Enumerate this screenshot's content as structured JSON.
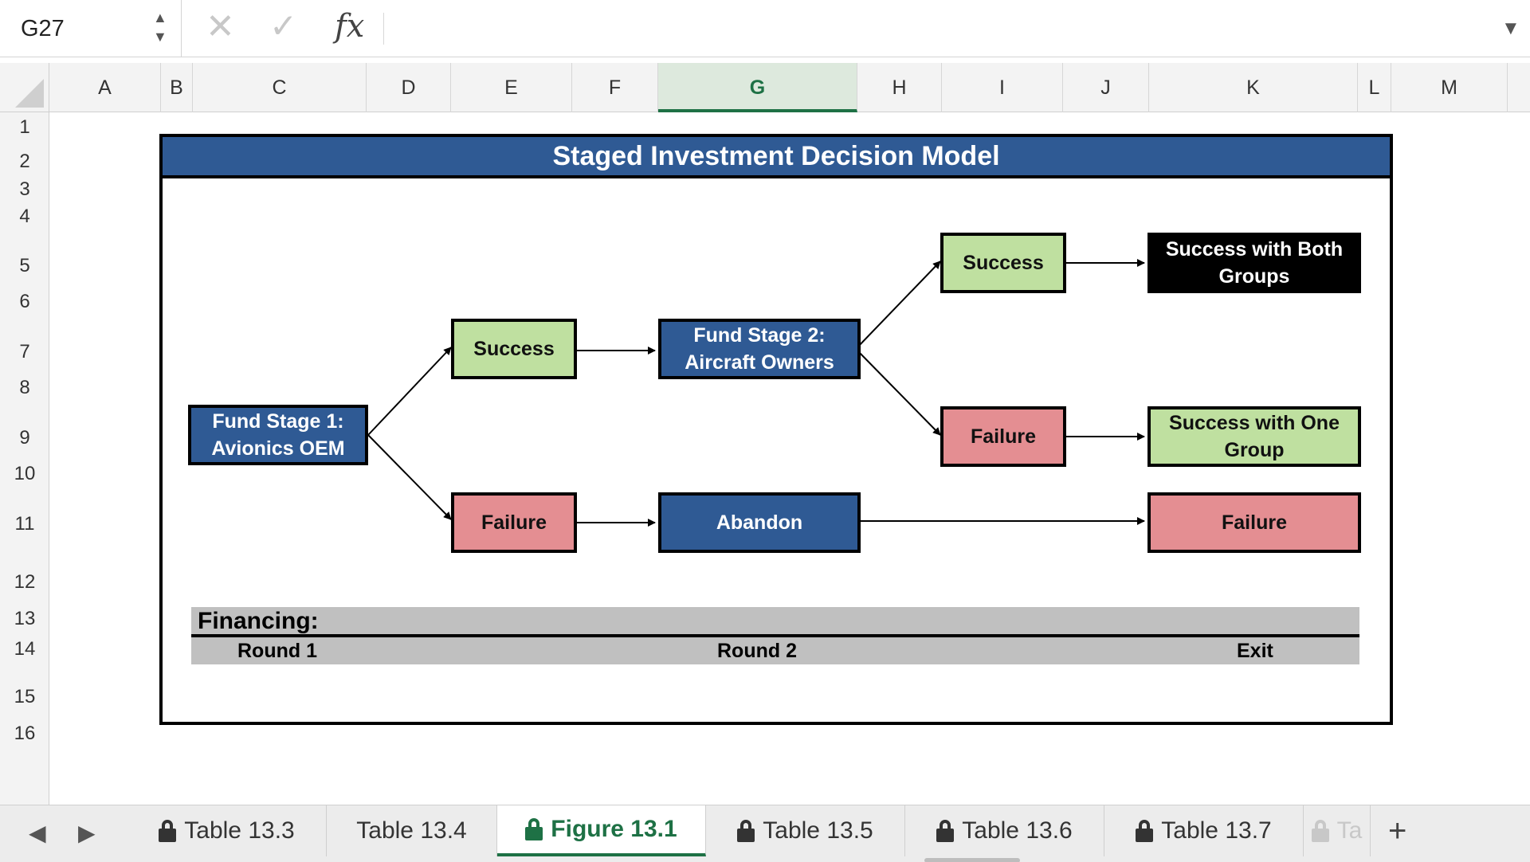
{
  "formula_bar": {
    "cell_reference": "G27",
    "fx_label": "fx",
    "formula_value": "",
    "cancel_glyph": "✕",
    "enter_glyph": "✓",
    "stepper_up": "▲",
    "stepper_down": "▼",
    "expand_glyph": "▼"
  },
  "grid": {
    "columns": [
      "A",
      "B",
      "C",
      "D",
      "E",
      "F",
      "G",
      "H",
      "I",
      "J",
      "K",
      "L",
      "M"
    ],
    "active_column": "G",
    "rows": [
      "1",
      "2",
      "3",
      "4",
      "5",
      "6",
      "7",
      "8",
      "9",
      "10",
      "11",
      "12",
      "13",
      "14",
      "15",
      "16"
    ]
  },
  "figure": {
    "title": "Staged Investment Decision Model",
    "nodes": {
      "stage1_line1": "Fund Stage 1:",
      "stage1_line2": "Avionics OEM",
      "success1": "Success",
      "failure1": "Failure",
      "stage2_line1": "Fund Stage 2:",
      "stage2_line2": "Aircraft Owners",
      "abandon": "Abandon",
      "success2": "Success",
      "failure2": "Failure",
      "outcome_both_line1": "Success with Both",
      "outcome_both_line2": "Groups",
      "outcome_one_line1": "Success with One",
      "outcome_one_line2": "Group",
      "outcome_fail": "Failure"
    },
    "financing": {
      "label": "Financing:",
      "round1": "Round 1",
      "round2": "Round 2",
      "exit": "Exit"
    },
    "colors": {
      "blue": "#2f5a94",
      "green": "#bfe0a0",
      "red": "#e48e92",
      "black": "#000000",
      "financing_gray": "#c0c0c0"
    }
  },
  "sheet_tabs": {
    "prev_icon": "◀",
    "next_icon": "▶",
    "tabs": [
      {
        "label": "Table 13.3",
        "locked": true
      },
      {
        "label": "Table 13.4",
        "locked": false
      },
      {
        "label": "Figure 13.1",
        "locked": true,
        "active": true
      },
      {
        "label": "Table 13.5",
        "locked": true
      },
      {
        "label": "Table 13.6",
        "locked": true
      },
      {
        "label": "Table 13.7",
        "locked": true
      },
      {
        "label": "Ta",
        "locked": true
      }
    ],
    "add_label": "+",
    "accent_color": "#1e7145"
  }
}
